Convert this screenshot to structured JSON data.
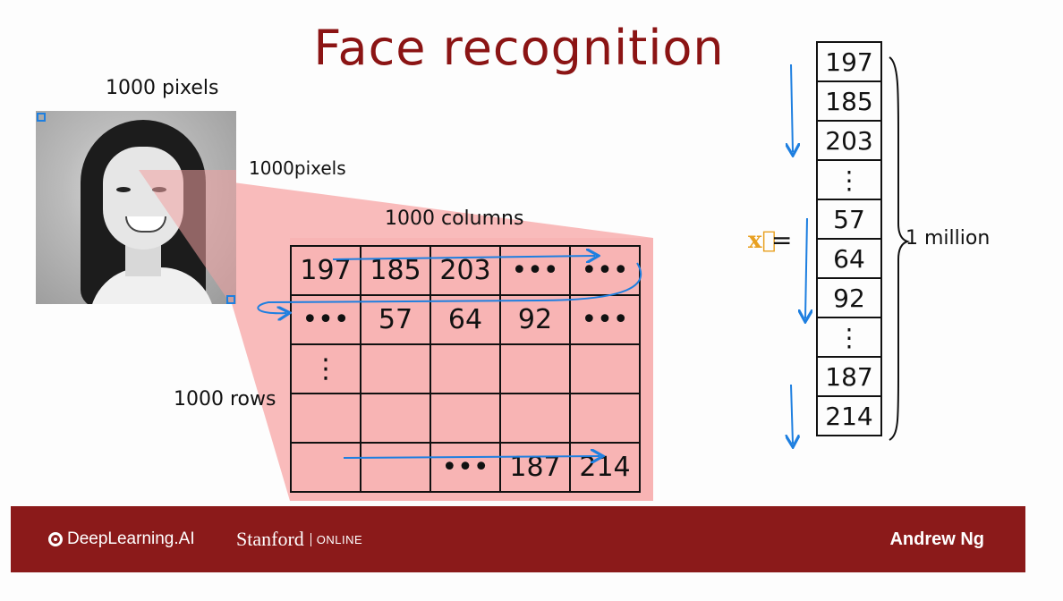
{
  "slide": {
    "title": "Face recognition"
  },
  "annotations": {
    "image_width": "1000 pixels",
    "image_height": "1000pixels",
    "columns": "1000 columns",
    "rows": "1000 rows",
    "vector_size": "1 million",
    "vector_symbol": "x⃗",
    "equals": "="
  },
  "pixel_grid": {
    "rows": [
      [
        "197",
        "185",
        "203",
        "•••",
        "•••"
      ],
      [
        "•••",
        "57",
        "64",
        "92",
        "•••"
      ],
      [
        "⋮",
        "",
        "",
        "",
        ""
      ],
      [
        "",
        "",
        "",
        "",
        ""
      ],
      [
        "",
        "",
        "•••",
        "187",
        "214"
      ]
    ]
  },
  "feature_vector": [
    "197",
    "185",
    "203",
    "⋮",
    "57",
    "64",
    "92",
    "⋮",
    "187",
    "214"
  ],
  "colors": {
    "title": "#8b1414",
    "footer": "#8b1a1a",
    "highlight": "#f8b4b4",
    "arrow": "#1e7fe0",
    "vector_symbol": "#e8a020"
  },
  "footer": {
    "brand": "DeepLearning.AI",
    "university": "Stanford",
    "university_suffix": "ONLINE",
    "author": "Andrew Ng"
  }
}
